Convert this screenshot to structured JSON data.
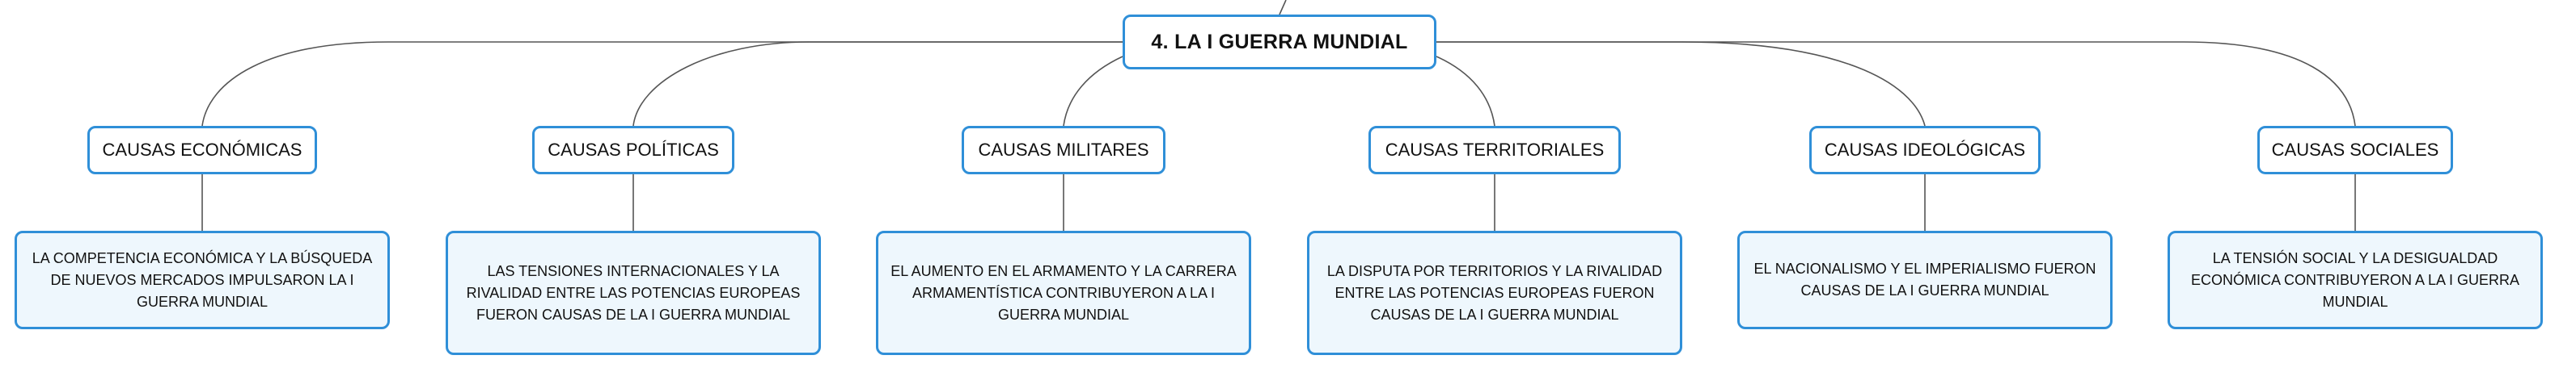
{
  "map": {
    "root": "4. LA I GUERRA MUNDIAL",
    "branches": [
      {
        "label": "CAUSAS ECONÓMICAS",
        "detail": "LA COMPETENCIA ECONÓMICA Y LA BÚSQUEDA DE NUEVOS MERCADOS IMPULSARON LA I GUERRA MUNDIAL"
      },
      {
        "label": "CAUSAS POLÍTICAS",
        "detail": "LAS TENSIONES INTERNACIONALES Y LA RIVALIDAD ENTRE LAS POTENCIAS EUROPEAS FUERON CAUSAS DE LA I GUERRA MUNDIAL"
      },
      {
        "label": "CAUSAS MILITARES",
        "detail": "EL AUMENTO EN EL ARMAMENTO Y LA CARRERA ARMAMENTÍSTICA CONTRIBUYERON A LA I GUERRA MUNDIAL"
      },
      {
        "label": "CAUSAS TERRITORIALES",
        "detail": "LA DISPUTA POR TERRITORIOS Y LA RIVALIDAD ENTRE LAS POTENCIAS EUROPEAS FUERON CAUSAS DE LA I GUERRA MUNDIAL"
      },
      {
        "label": "CAUSAS IDEOLÓGICAS",
        "detail": "EL NACIONALISMO Y EL IMPERIALISMO FUERON CAUSAS DE LA I GUERRA MUNDIAL"
      },
      {
        "label": "CAUSAS SOCIALES",
        "detail": "LA TENSIÓN SOCIAL Y LA DESIGUALDAD ECONÓMICA CONTRIBUYERON A LA I GUERRA MUNDIAL"
      }
    ]
  },
  "style": {
    "border_color": "#2f8fd8",
    "detail_fill": "#eef7fd",
    "link_color": "#555555"
  }
}
